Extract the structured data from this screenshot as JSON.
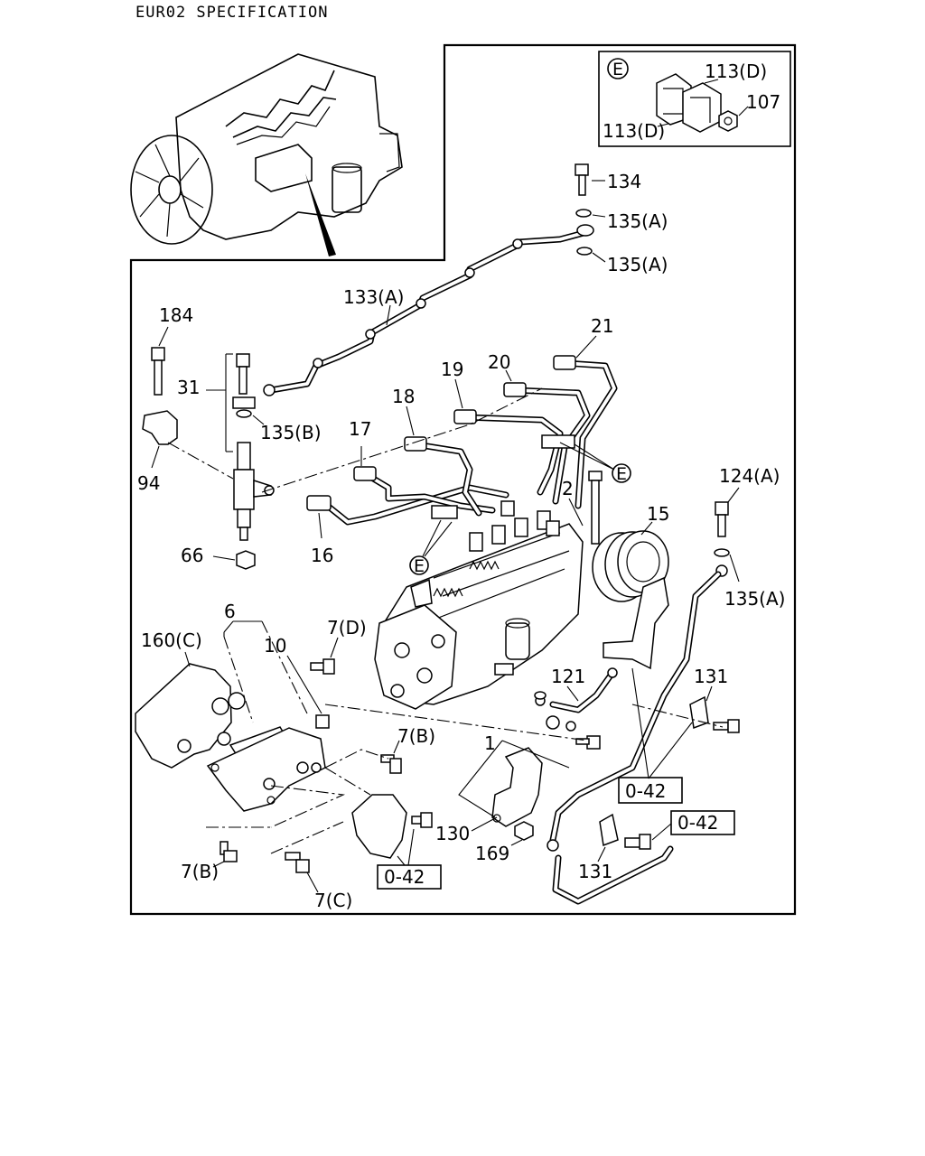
{
  "heading": "EUR02 SPECIFICATION",
  "detail_e": {
    "tag": "E",
    "labels": [
      "113(D)",
      "113(D)",
      "107"
    ]
  },
  "callouts": {
    "c134": "134",
    "c135a_1": "135(A)",
    "c135a_2": "135(A)",
    "c133a": "133(A)",
    "c184": "184",
    "c31": "31",
    "c135b": "135(B)",
    "c94": "94",
    "c20": "20",
    "c21": "21",
    "c19": "19",
    "c18": "18",
    "c17": "17",
    "c16": "16",
    "c66": "66",
    "c2": "2",
    "c15": "15",
    "c124a": "124(A)",
    "c135a_3": "135(A)",
    "c6": "6",
    "c160c": "160(C)",
    "c10": "10",
    "c7d": "7(D)",
    "c121": "121",
    "c131_1": "131",
    "c7b_1": "7(B)",
    "c1": "1",
    "c130": "130",
    "c169": "169",
    "c131_2": "131",
    "c7b_2": "7(B)",
    "c7c": "7(C)",
    "e_tag_1": "E",
    "e_tag_2": "E"
  },
  "reference_boxes": [
    "0-42",
    "0-42",
    "0-42"
  ]
}
